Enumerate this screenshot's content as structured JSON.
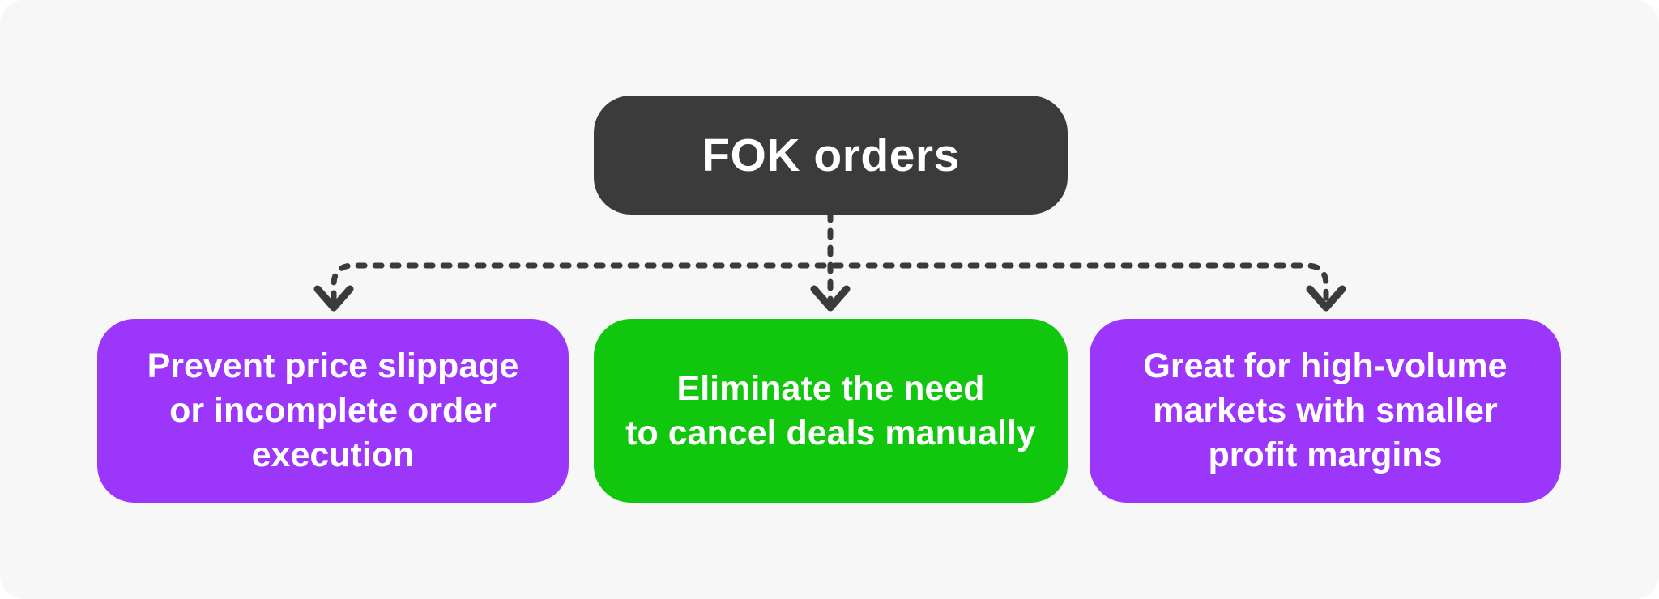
{
  "colors": {
    "page_background": "#FFFFFF",
    "card_background": "#F7F7F7",
    "root_box": "#3B3B3B",
    "connector": "#3B3B3B",
    "text": "#FFFFFF",
    "purple": "#9B36FA",
    "green": "#11C70D"
  },
  "diagram": {
    "root": {
      "label": "FOK orders"
    },
    "benefits": [
      {
        "text": "Prevent price slippage\nor incomplete order\nexecution",
        "color": "#9B36FA"
      },
      {
        "text": "Eliminate the need\nto cancel deals manually",
        "color": "#11C70D"
      },
      {
        "text": "Great for high-volume\nmarkets with smaller\nprofit margins",
        "color": "#9B36FA"
      }
    ]
  }
}
